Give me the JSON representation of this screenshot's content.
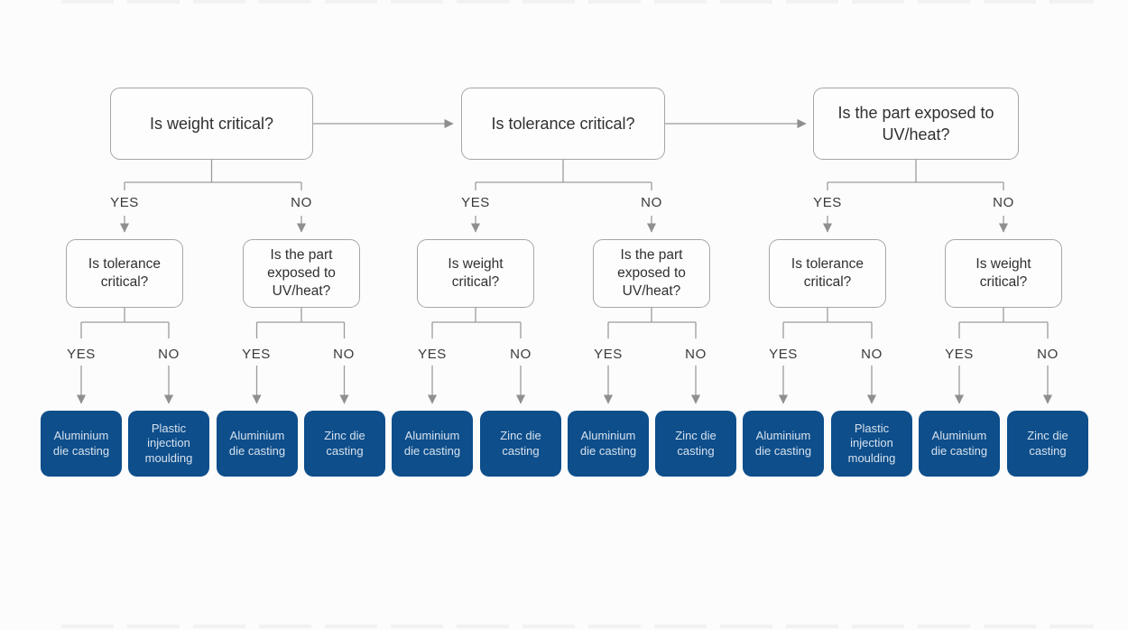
{
  "flowchart": {
    "branch_yes": "YES",
    "branch_no": "NO",
    "roots": [
      {
        "label": "Is weight critical?"
      },
      {
        "label": "Is tolerance critical?"
      },
      {
        "label": "Is the part exposed to UV/heat?"
      }
    ],
    "subs": [
      {
        "label": "Is tolerance critical?"
      },
      {
        "label": "Is the part exposed to UV/heat?"
      },
      {
        "label": "Is weight critical?"
      },
      {
        "label": "Is the part exposed to UV/heat?"
      },
      {
        "label": "Is tolerance critical?"
      },
      {
        "label": "Is weight critical?"
      }
    ],
    "results": [
      {
        "label": "Aluminium die casting"
      },
      {
        "label": "Plastic injection moulding"
      },
      {
        "label": "Aluminium die casting"
      },
      {
        "label": "Zinc die casting"
      },
      {
        "label": "Aluminium die casting"
      },
      {
        "label": "Zinc die casting"
      },
      {
        "label": "Aluminium die casting"
      },
      {
        "label": "Zinc die casting"
      },
      {
        "label": "Aluminium die casting"
      },
      {
        "label": "Plastic injection moulding"
      },
      {
        "label": "Aluminium die casting"
      },
      {
        "label": "Zinc die casting"
      }
    ],
    "colors": {
      "result_background": "#0d4e8b",
      "result_text": "#d7e1ed",
      "question_border": "#a6a6a6",
      "question_text": "#303030",
      "connector": "#9b9b9b",
      "background": "#fcfcfc"
    }
  }
}
